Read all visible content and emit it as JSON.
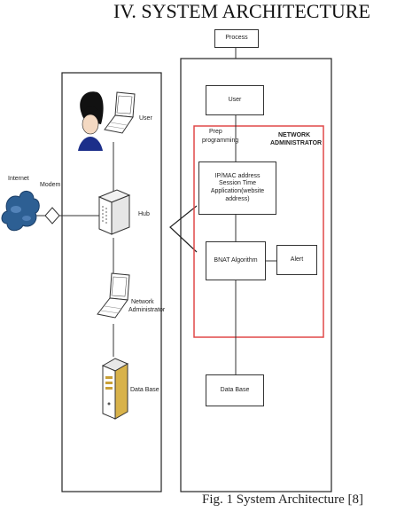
{
  "section_heading": "IV.   SYSTEM ARCHITECTURE",
  "caption": "Fig. 1 System Architecture [8]",
  "left_diagram": {
    "internet": "Internet",
    "modem": "Modem",
    "user": "User",
    "hub": "Hub",
    "network_admin_line1": "Network",
    "network_admin_line2": "Administrator",
    "database": "Data Base"
  },
  "right_diagram": {
    "process": "Process",
    "user": "User",
    "prep_line1": "Prep",
    "prep_line2": "programming",
    "network_admin_line1": "NETWORK",
    "network_admin_line2": "ADMINISTRATOR",
    "info_line1": "IP/MAC address",
    "info_line2": "Session Time",
    "info_line3": "Application(website address)",
    "algorithm": "BNAT Algorithm",
    "alert": "Alert",
    "database": "Data Base"
  },
  "colors": {
    "cloud": "#2d5f93",
    "highlight_border": "#e04848"
  }
}
